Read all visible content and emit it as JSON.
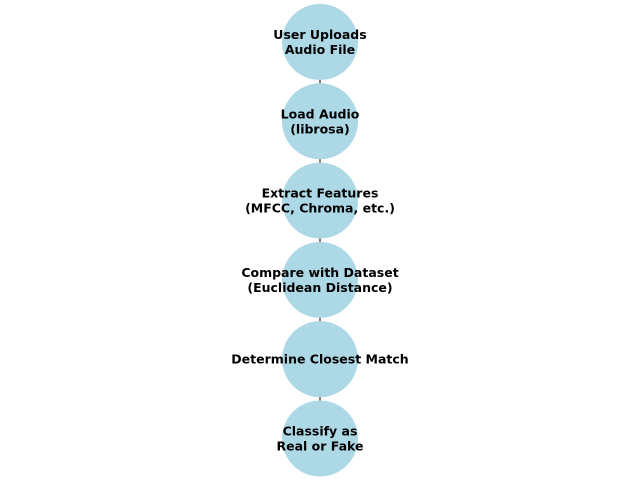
{
  "diagram": {
    "type": "flowchart",
    "node_color": "#add8e6",
    "edge_color": "#000000",
    "nodes": [
      {
        "id": "upload",
        "label": [
          "User Uploads",
          "Audio File"
        ]
      },
      {
        "id": "load",
        "label": [
          "Load Audio",
          "(librosa)"
        ]
      },
      {
        "id": "extract",
        "label": [
          "Extract Features",
          "(MFCC, Chroma, etc.)"
        ]
      },
      {
        "id": "compare",
        "label": [
          "Compare with Dataset",
          "(Euclidean Distance)"
        ]
      },
      {
        "id": "match",
        "label": [
          "Determine Closest Match"
        ]
      },
      {
        "id": "classify",
        "label": [
          "Classify as",
          "Real or Fake"
        ]
      }
    ],
    "edges": [
      [
        "upload",
        "load"
      ],
      [
        "load",
        "extract"
      ],
      [
        "extract",
        "compare"
      ],
      [
        "compare",
        "match"
      ],
      [
        "match",
        "classify"
      ]
    ]
  }
}
